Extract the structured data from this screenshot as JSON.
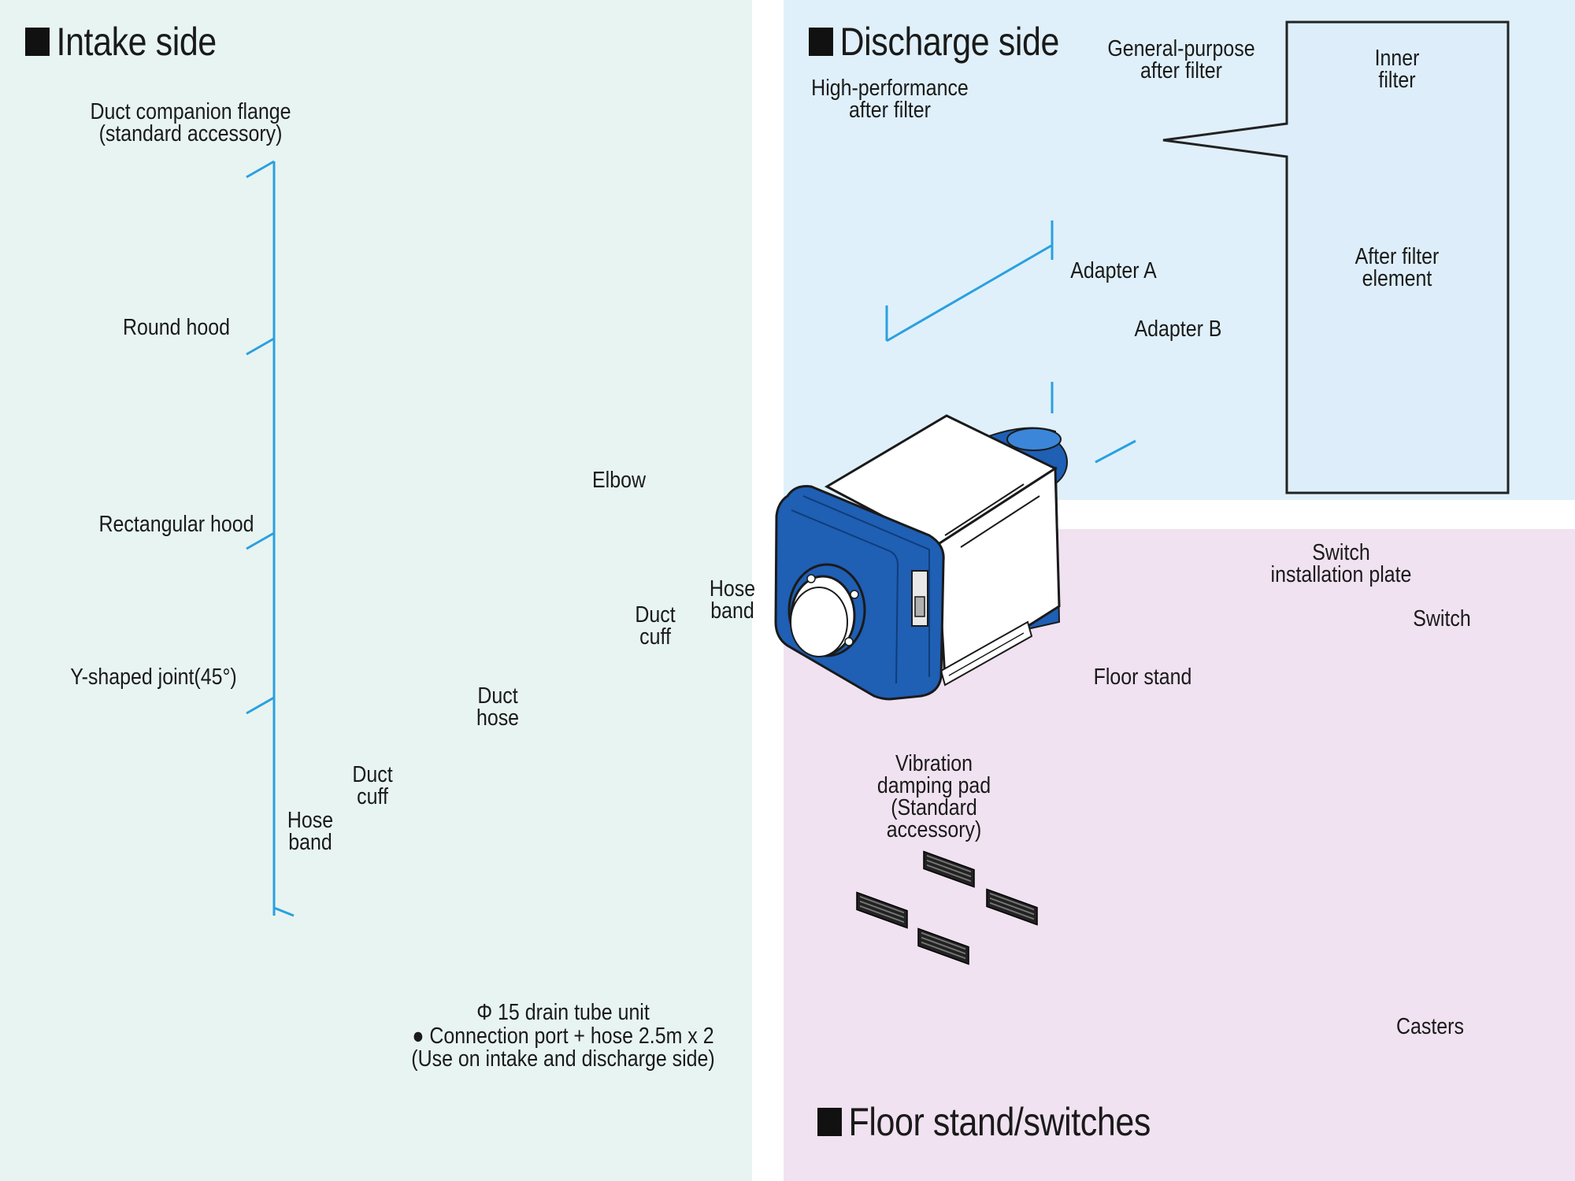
{
  "colors": {
    "intake_bg": "#e8f4f1",
    "discharge_bg": "#dff0fa",
    "floor_bg": "#f0e2f0",
    "leader_line": "#2aa0e0",
    "unit_blue": "#1f5fb4",
    "unit_body": "#ffffff"
  },
  "sections": {
    "intake": "Intake side",
    "discharge": "Discharge side",
    "floor": "Floor stand/switches"
  },
  "intake_labels": {
    "duct_companion_flange": "Duct companion flange\n(standard accessory)",
    "round_hood": "Round hood",
    "rectangular_hood": "Rectangular hood",
    "y_joint": "Y-shaped joint(45°)",
    "hose_band_left": "Hose\nband",
    "duct_cuff_left": "Duct\ncuff",
    "duct_hose": "Duct\nhose",
    "duct_cuff_right": "Duct\ncuff",
    "hose_band_right": "Hose\nband",
    "elbow": "Elbow",
    "drain_line1": "Φ 15 drain tube unit",
    "drain_line2": "● Connection port + hose 2.5m x 2",
    "drain_line3": "(Use on intake and discharge side)"
  },
  "discharge_labels": {
    "high_performance": "High-performance\nafter filter",
    "general_purpose": "General-purpose\nafter filter",
    "inner_filter": "Inner\nfilter",
    "after_filter_element": "After filter\nelement",
    "adapter_a": "Adapter A",
    "adapter_b": "Adapter B"
  },
  "floor_labels": {
    "switch_plate": "Switch\ninstallation plate",
    "switch": "Switch",
    "floor_stand": "Floor stand",
    "vibration_pad": "Vibration\ndamping pad\n(Standard\naccessory)",
    "casters": "Casters"
  }
}
